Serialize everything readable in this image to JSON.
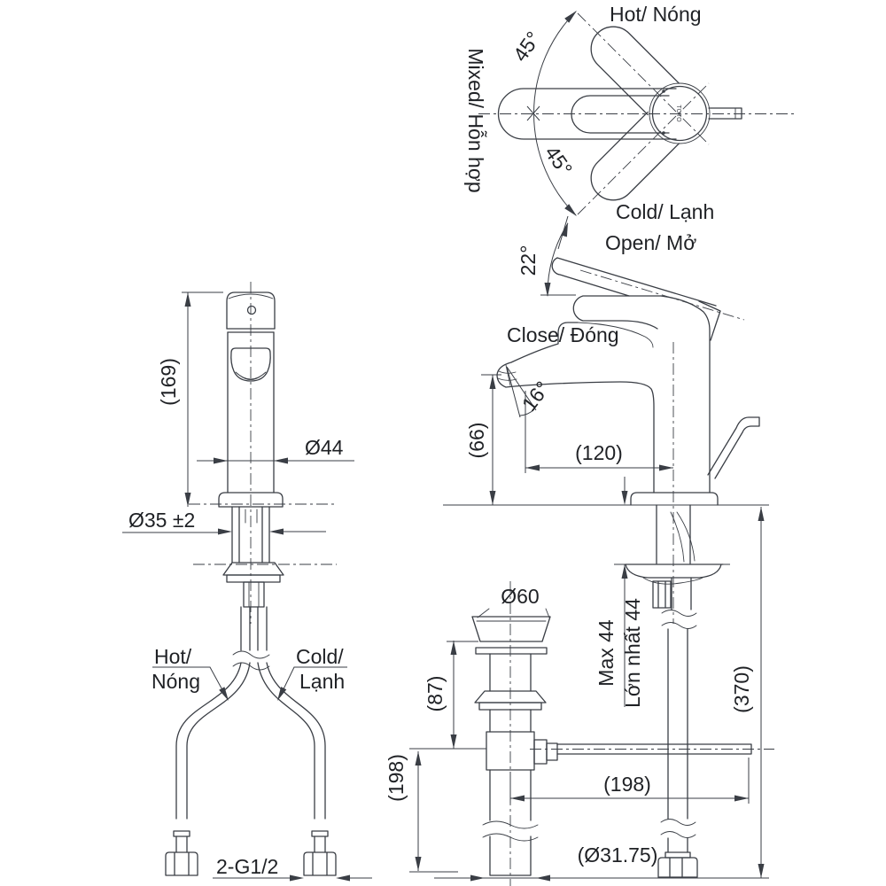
{
  "title": "Single lever basin faucet technical dimension drawing",
  "labels": {
    "top": {
      "hot": "Hot/ Nóng",
      "angle_upper": "45°",
      "mixed": "Mixed/ Hỗn hợp",
      "angle_lower": "45°",
      "cold": "Cold/ Lạnh",
      "logo": "TOTO"
    },
    "handle": {
      "open": "Open/ Mở",
      "open_angle": "22°",
      "close": "Close/ Đóng",
      "spout_angle": "16°"
    },
    "side_dims": {
      "spout_height": "(66)",
      "spout_reach": "(120)",
      "max_thickness_en": "Max 44",
      "max_thickness_vi": "Lớn nhất 44",
      "hose_drop": "(370)"
    },
    "front": {
      "height": "(169)",
      "body_diameter": "Ø44",
      "hole_diameter": "Ø35 ±2",
      "hot_line1": "Hot/",
      "hot_line2": "Nóng",
      "cold_line1": "Cold/",
      "cold_line2": "Lạnh",
      "thread": "2-G1/2"
    },
    "drain": {
      "head_diameter": "Ø60",
      "above_counter": "(87)",
      "below_counter": "(198)",
      "rod_length": "(198)",
      "pipe_diameter": "(Ø31.75)"
    }
  }
}
